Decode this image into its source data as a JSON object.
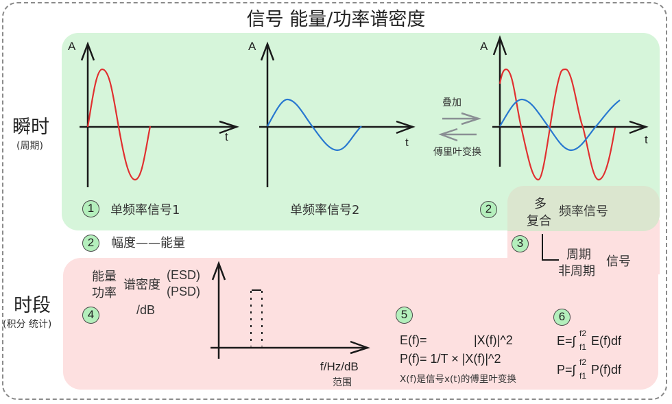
{
  "title": "信号 能量/功率谱密度",
  "sections": {
    "instant": {
      "label": "瞬时",
      "sublabel": "(周期)"
    },
    "period": {
      "label": "时段",
      "sublabel": "(积分 统计)"
    }
  },
  "charts": {
    "signal1": {
      "y_label": "A",
      "x_label": "t",
      "caption": "单频率信号1",
      "color": "#e03030"
    },
    "signal2": {
      "y_label": "A",
      "x_label": "t",
      "caption": "单频率信号2",
      "color": "#2878d0"
    },
    "composite": {
      "y_label": "A",
      "x_label": "t"
    },
    "spectrum": {
      "x_label": "f/Hz/dB",
      "x_sublabel": "范围"
    }
  },
  "arrows": {
    "forward_label": "叠加",
    "backward_label": "傅里叶变换",
    "color": "#8a8f94"
  },
  "badges": {
    "b1": "1",
    "b2a": "2",
    "b2b": "2",
    "b3": "3",
    "b4": "4",
    "b5": "5",
    "b6": "6"
  },
  "notes": {
    "amplitude_energy": "幅度——能量",
    "multi": "多",
    "composite": "复合",
    "freq_signal": "频率信号",
    "periodic": "周期",
    "aperiodic": "非周期",
    "signal": "信号",
    "esd_top": "能量",
    "esd_bottom": "功率",
    "spectral_density": "谱密度",
    "esd_abbr": "(ESD)",
    "psd_abbr": "(PSD)",
    "db": "/dB"
  },
  "formulas": {
    "energy_density": "E(f)=",
    "energy_density_rhs": "|X(f)|^2",
    "power_density": "P(f)= 1/T × |X(f)|^2",
    "note": "X(f)是信号x(t)的傅里叶变换",
    "energy_total_lhs": "E=∫",
    "energy_total_rhs": " E(f)df",
    "power_total_lhs": "P=∫",
    "power_total_rhs": " P(f)df",
    "upper_limit": "f2",
    "lower_limit": "f1"
  },
  "colors": {
    "green_panel": "#d6f5da",
    "pink_panel": "#fde0e0",
    "olive_panel": "#dbe6cf",
    "badge": "#b4efbc"
  }
}
